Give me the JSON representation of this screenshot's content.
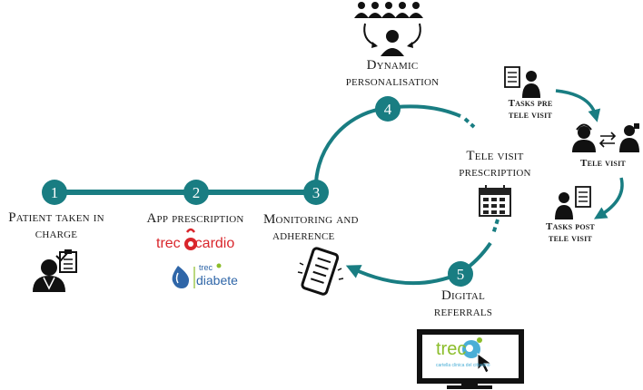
{
  "colors": {
    "teal": "#197d82",
    "red": "#d9262c",
    "blue": "#2f66a8",
    "light_blue": "#4aaed6",
    "green": "#8bbd2a",
    "dark": "#111111"
  },
  "steps": [
    {
      "number": "1",
      "line1": "Patient taken in",
      "line2": "charge"
    },
    {
      "number": "2",
      "line1": "App prescription",
      "line2": ""
    },
    {
      "number": "3",
      "line1": "Monitoring and",
      "line2": "adherence"
    },
    {
      "number": "4",
      "line1": "Dynamic",
      "line2": "personalisation"
    },
    {
      "number": "5",
      "line1": "Digital",
      "line2": "referrals"
    }
  ],
  "televisit": {
    "line1": "Tele visit",
    "line2": "prescription",
    "tasks_pre": {
      "line1": "Tasks pre",
      "line2": "tele visit"
    },
    "tele_visit": "Tele visit",
    "tasks_post": {
      "line1": "Tasks post",
      "line2": "tele visit"
    }
  },
  "brands": {
    "treccardio_left": "trec",
    "treccardio_right": "cardio",
    "trecdiabete_top": "trec",
    "trecdiabete_bottom": "diabete",
    "monitor_logo": "trec",
    "monitor_caption": "cartella clinica del cittadino"
  },
  "icons": [
    "group-of-people-icon",
    "doctor-icon",
    "clipboard-icon",
    "smartphone-checklist-icon",
    "calendar-icon",
    "monitor-icon",
    "cursor-icon",
    "person-icon",
    "headset-doctor-icon",
    "patient-icon",
    "exchange-arrows-icon"
  ]
}
